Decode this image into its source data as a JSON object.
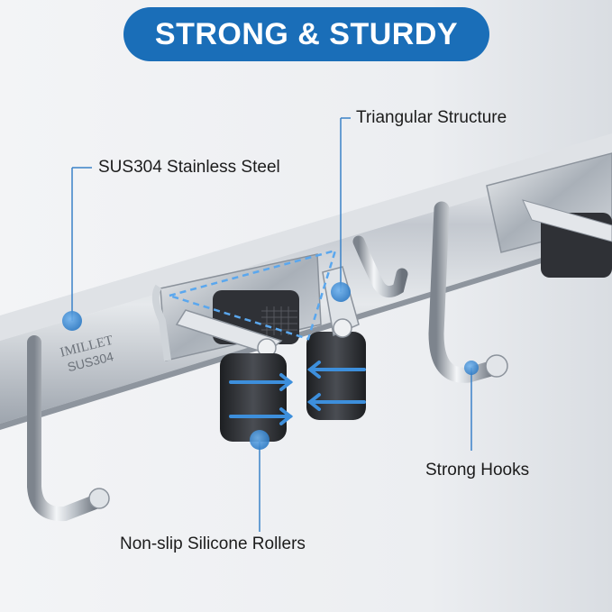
{
  "title": "STRONG & STURDY",
  "callouts": {
    "triangular_structure": "Triangular Structure",
    "stainless_steel": "SUS304 Stainless Steel",
    "strong_hooks": "Strong Hooks",
    "rollers": "Non-slip Silicone Rollers"
  },
  "engraving": {
    "brand": "IMILLET",
    "grade": "SUS304"
  },
  "colors": {
    "accent_blue": "#1a6eb8",
    "callout_dot": "#4a8fd0",
    "steel": "#c9ced5",
    "rubber": "#2b2d31"
  }
}
